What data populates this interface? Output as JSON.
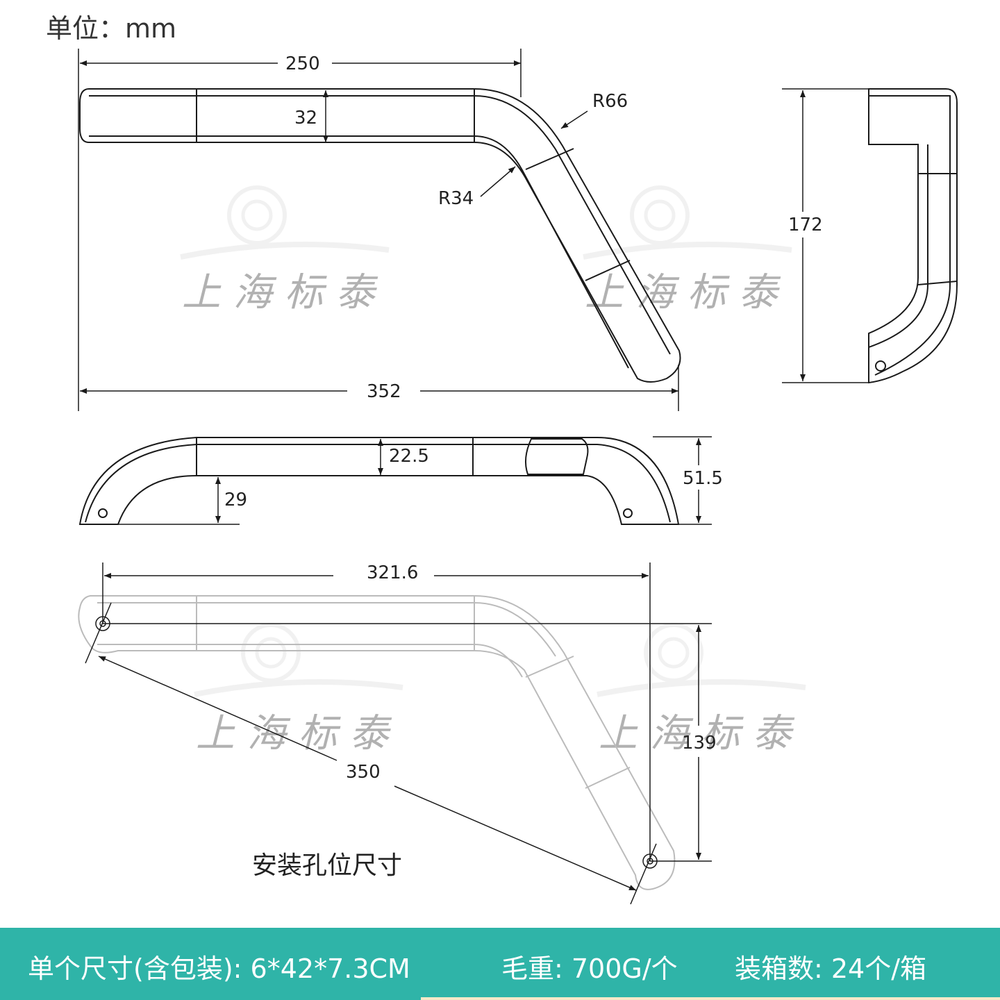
{
  "unit_label": "单位：mm",
  "dimensions": {
    "top_length": "250",
    "total_length": "352",
    "tube_height": "32",
    "outer_radius": "R66",
    "inner_radius": "R34",
    "side_height": "172",
    "front_thickness": "22.5",
    "front_height": "51.5",
    "front_clearance": "29",
    "hole_spacing_x": "321.6",
    "hole_spacing_y": "139",
    "hole_diagonal": "350"
  },
  "hole_caption": "安装孔位尺寸",
  "footer": {
    "size": "单个尺寸(含包装): 6*42*7.3CM",
    "weight": "毛重: 700G/个",
    "count": "装箱数: 24个/箱"
  },
  "watermark": {
    "text": "上 海 标 泰"
  },
  "colors": {
    "footer_bg": "#2fb4a8",
    "line": "#1a1a1a",
    "faint_line": "#bbbbbb"
  }
}
